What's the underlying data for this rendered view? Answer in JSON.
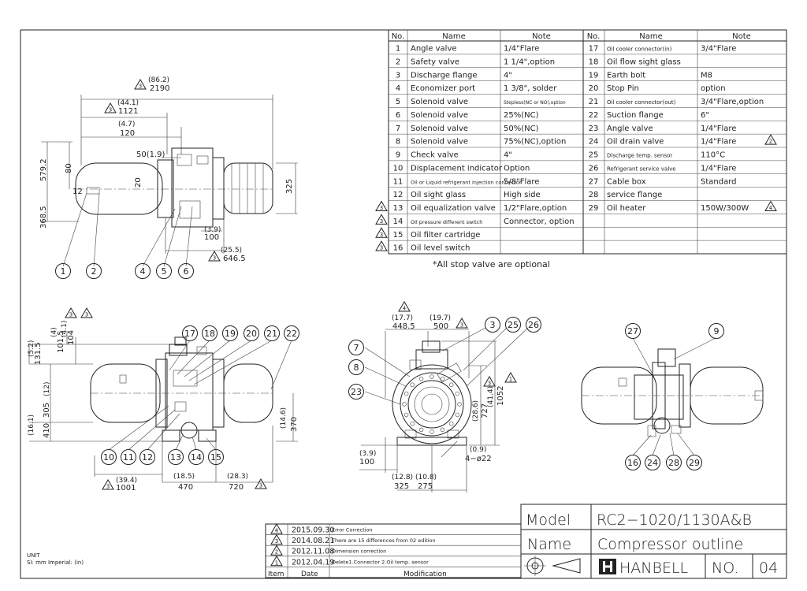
{
  "parts_table": {
    "headers": [
      "No.",
      "Name",
      "Note",
      "No.",
      "Name",
      "Note"
    ],
    "rows": [
      {
        "no": "1",
        "name": "Angle valve",
        "note": "1/4\"Flare",
        "no2": "17",
        "name2": "Oil cooler connector(in)",
        "note2": "3/4\"Flare"
      },
      {
        "no": "2",
        "name": "Safety valve",
        "note": "1 1/4\",option",
        "no2": "18",
        "name2": "Oil flow sight glass",
        "note2": ""
      },
      {
        "no": "3",
        "name": "Discharge flange",
        "note": "4\"",
        "no2": "19",
        "name2": "Earth bolt",
        "note2": "M8"
      },
      {
        "no": "4",
        "name": "Economizer port",
        "note": "1 3/8\", solder",
        "no2": "20",
        "name2": "Stop Pin",
        "note2": "option"
      },
      {
        "no": "5",
        "name": "Solenoid valve",
        "note": "Stepless(NC or NO),option",
        "no2": "21",
        "name2": "Oil cooler connector(out)",
        "note2": "3/4\"Flare,option"
      },
      {
        "no": "6",
        "name": "Solenoid valve",
        "note": "25%(NC)",
        "no2": "22",
        "name2": "Suction flange",
        "note2": "6\""
      },
      {
        "no": "7",
        "name": "Solenoid valve",
        "note": "50%(NC)",
        "no2": "23",
        "name2": "Angle valve",
        "note2": "1/4\"Flare"
      },
      {
        "no": "8",
        "name": "Solenoid valve",
        "note": "75%(NC),option",
        "no2": "24",
        "name2": "Oil drain valve",
        "note2": "1/4\"Flare"
      },
      {
        "no": "9",
        "name": "Check valve",
        "note": "4\"",
        "no2": "25",
        "name2": "Discharge temp. sensor",
        "note2": "110°C"
      },
      {
        "no": "10",
        "name": "Displacement indicator",
        "note": "Option",
        "no2": "26",
        "name2": "Refrigerant service valve",
        "note2": "1/4\"Flare"
      },
      {
        "no": "11",
        "name": "Oil or Liquid refrigerant injection connector",
        "note": "5/8\"Flare",
        "no2": "27",
        "name2": "Cable box",
        "note2": "Standard"
      },
      {
        "no": "12",
        "name": "Oil sight glass",
        "note": "High side",
        "no2": "28",
        "name2": "service flange",
        "note2": ""
      },
      {
        "no": "13",
        "name": "Oil equalization valve",
        "note": "1/2\"Flare,option",
        "no2": "29",
        "name2": "Oil heater",
        "note2": "150W/300W"
      },
      {
        "no": "14",
        "name": "Oil pressure different switch",
        "note": "Connector, option",
        "no2": "",
        "name2": "",
        "note2": ""
      },
      {
        "no": "15",
        "name": "Oil filter cartridge",
        "note": "",
        "no2": "",
        "name2": "",
        "note2": ""
      },
      {
        "no": "16",
        "name": "Oil level switch",
        "note": "",
        "no2": "",
        "name2": "",
        "note2": ""
      }
    ],
    "rev_marks": {
      "13": "3",
      "14": "3",
      "15": "3",
      "16": "3",
      "24": "2",
      "29": "4"
    },
    "footnote": "*All stop valve are optional"
  },
  "top_view": {
    "dims": {
      "overall": "2190",
      "overall_in": "(86.2)",
      "overall_rev": "3",
      "d1121": "1121",
      "d1121_in": "(44.1)",
      "d1121_rev": "3",
      "d120": "120",
      "d120_in": "(4.7)",
      "d50": "50(1.9)",
      "d579": "579.2",
      "d368": "368.5",
      "d80": "80",
      "d12": "12",
      "d20": "20",
      "d325": "325",
      "d100": "100",
      "d100_in": "(3.9)",
      "d646": "646.5",
      "d646_in": "(25.5)",
      "d646_rev": "3"
    },
    "callouts": [
      "1",
      "2",
      "4",
      "5",
      "6"
    ]
  },
  "side_view": {
    "dims": {
      "d104": "104",
      "d104_in": "(4.1)",
      "d1015": "101.5",
      "d1015_in": "(4)",
      "d1315": "131.5",
      "d1315_in": "(5.2)",
      "d305": "305",
      "d305_in": "(12)",
      "d410": "410",
      "d410_in": "(16.1)",
      "d370": "370",
      "d370_in": "(14.6)",
      "d1001": "1001",
      "d1001_in": "(39.4)",
      "d1001_rev": "3",
      "d470": "470",
      "d470_in": "(18.5)",
      "d720": "720",
      "d720_in": "(28.3)",
      "d720_rev": "3"
    },
    "callouts_top": [
      "17",
      "18",
      "19",
      "20",
      "21",
      "22"
    ],
    "callouts_bottom": [
      "10",
      "11",
      "12",
      "13",
      "14",
      "15"
    ]
  },
  "front_view": {
    "dims": {
      "d4485": "448.5",
      "d4485_in": "(17.7)",
      "d500": "500",
      "d500_in": "(19.7)",
      "d500_rev": "3",
      "d727": "727",
      "d727_in": "(28.6)",
      "d1052": "1052",
      "d1052_in": "(41.4)",
      "d100": "100",
      "d100_in": "(3.9)",
      "d09": "(0.9)",
      "holes": "4−ø22",
      "d325": "325",
      "d325_in": "(12.8)",
      "d275": "275",
      "d275_in": "(10.8)",
      "top_rev": "4"
    },
    "callouts": [
      "3",
      "25",
      "26",
      "7",
      "8",
      "23"
    ]
  },
  "rear_view": {
    "callouts": [
      "27",
      "9",
      "16",
      "24",
      "28",
      "29"
    ]
  },
  "revisions": [
    {
      "rev": "4",
      "date": "2015.09.30",
      "mod": "Error Correction"
    },
    {
      "rev": "3",
      "date": "2014.08.21",
      "mod": "There are 15 differences from 02 edition"
    },
    {
      "rev": "2",
      "date": "2012.11.08",
      "mod": "Dimension correction"
    },
    {
      "rev": "1",
      "date": "2012.04.19",
      "mod": "Delete1.Connector 2.Oil temp. sensor"
    }
  ],
  "rev_headers": {
    "item": "Item",
    "date": "Date",
    "mod": "Modification"
  },
  "title_block": {
    "model_label": "Model",
    "model_value": "RC2−1020/1130A&B",
    "name_label": "Name",
    "name_value": "Compressor outline",
    "brand": "HANBELL",
    "no_label": "NO.",
    "no_value": "04"
  },
  "unit_note": {
    "line1": "UNIT",
    "line2": "SI: mm   Imperial: (in)"
  }
}
